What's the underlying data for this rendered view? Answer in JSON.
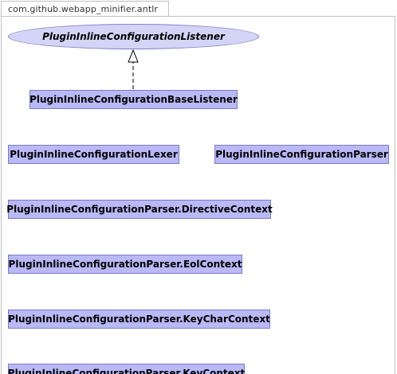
{
  "package": {
    "name": "com.github.webapp_minifier.antlr"
  },
  "interface": {
    "name": "PluginInlineConfigurationListener"
  },
  "classes": [
    {
      "name": "PluginInlineConfigurationBaseListener"
    },
    {
      "name": "PluginInlineConfigurationLexer"
    },
    {
      "name": "PluginInlineConfigurationParser"
    },
    {
      "name": "PluginInlineConfigurationParser.DirectiveContext"
    },
    {
      "name": "PluginInlineConfigurationParser.EolContext"
    },
    {
      "name": "PluginInlineConfigurationParser.KeyCharContext"
    },
    {
      "name": "PluginInlineConfigurationParser.KeyContext"
    }
  ],
  "relations": [
    {
      "type": "implements",
      "from": "PluginInlineConfigurationBaseListener",
      "to": "PluginInlineConfigurationListener"
    }
  ],
  "colors": {
    "class_fill": "#b9b9f7",
    "interface_fill": "#d4d4f7",
    "border": "#7a7ac4"
  }
}
